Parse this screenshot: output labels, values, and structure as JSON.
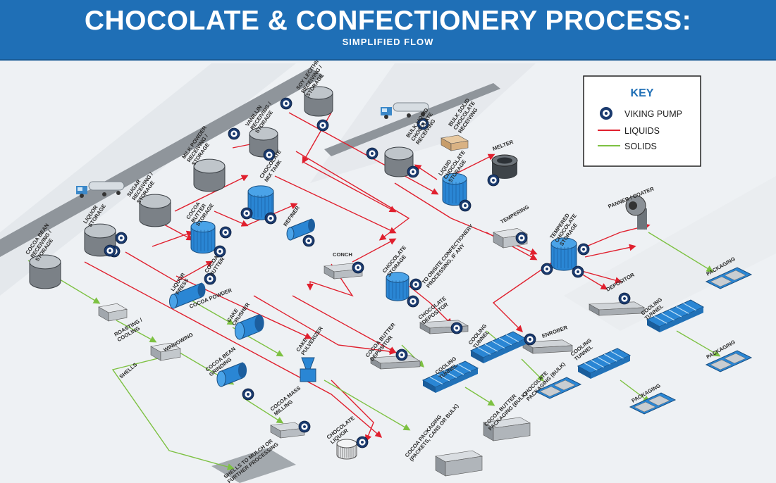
{
  "header": {
    "title": "CHOCOLATE & CONFECTIONERY PROCESS:",
    "subtitle": "SIMPLIFIED FLOW"
  },
  "key": {
    "title": "KEY",
    "items": [
      {
        "label": "VIKING PUMP",
        "kind": "pump"
      },
      {
        "label": "LIQUIDS",
        "kind": "line",
        "color": "#e0202e"
      },
      {
        "label": "SOLIDS",
        "kind": "line",
        "color": "#7dc142"
      }
    ]
  },
  "colors": {
    "header_bg": "#1f6fb6",
    "liquids": "#e0202e",
    "solids": "#7dc142",
    "equipment_blue": "#2a86d4",
    "pump_blue": "#1a3a6e"
  },
  "labels": {
    "cocoa_bean_receiving": [
      "COCOA BEAN",
      "RECEIVING /",
      "STORAGE"
    ],
    "liquor_storage": [
      "LIQUOR",
      "STORAGE"
    ],
    "sugar_receiving": [
      "SUGAR",
      "RECEIVING /",
      "STORAGE"
    ],
    "milk_powder_receiving": [
      "MILK POWDER",
      "RECEIVING /",
      "STORAGE"
    ],
    "vanillin_receiving": [
      "VANILLIN",
      "RECEIVING /",
      "STORAGE"
    ],
    "soy_lecithin_receiving": [
      "SOY LECITHIN",
      "RECEIVING /",
      "STORAGE"
    ],
    "cocoa_butter_storage": [
      "COCOA",
      "BUTTER",
      "STORAGE"
    ],
    "chocolate_mix_tank": [
      "CHOCOLATE",
      "MIX TANK"
    ],
    "refiner": [
      "REFINER"
    ],
    "conch": [
      "CONCH"
    ],
    "liquor_press": [
      "LIQUOR",
      "PRESS"
    ],
    "cocoa_butter_small": [
      "COCOA",
      "BUTTER"
    ],
    "cocoa_powder": [
      "COCOA POWDER"
    ],
    "cake_crusher": [
      "CAKE",
      "CRUSHER"
    ],
    "cake_pulverizer": [
      "CAKE",
      "PULVERIZER"
    ],
    "roasting_cooling": [
      "ROASTING /",
      "COOLING"
    ],
    "winnowing": [
      "WINNOWING"
    ],
    "shells": [
      "SHELLS"
    ],
    "cocoa_bean_grinding": [
      "COCOA BEAN",
      "GRINDING"
    ],
    "cocoa_mass_milling": [
      "COCOA MASS",
      "MILLING"
    ],
    "chocolate_liquor": [
      "CHOCOLATE",
      "LIQUOR"
    ],
    "shells_to_mulch": [
      "SHELLS TO MULCH OR",
      "FURTHER PROCESSING"
    ],
    "bulk_liquid_receiving": [
      "BULK LIQUID",
      "CHOCOLATE",
      "RECEIVING"
    ],
    "bulk_solid_receiving": [
      "BULK SOLID",
      "CHOCOLATE",
      "RECEIVING"
    ],
    "liquid_chocolate_storage": [
      "LIQUID",
      "CHOCOLATE",
      "STORAGE"
    ],
    "melter": [
      "MELTER"
    ],
    "tempering": [
      "TEMPERING"
    ],
    "tempered_chocolate_storage": [
      "TEMPERED",
      "CHOCOLATE",
      "STORAGE"
    ],
    "panner_coater": [
      "PANNER / COATER"
    ],
    "chocolate_storage": [
      "CHOCOLATE",
      "STORAGE"
    ],
    "to_onsite_confectionery": [
      "TO ONSITE CONFECTIONERY",
      "PROCESSING, IF ANY"
    ],
    "chocolate_depositor": [
      "CHOCOLATE",
      "DEPOSITOR"
    ],
    "cocoa_butter_depositor": [
      "COCOA BUTTER",
      "DEPOSITOR"
    ],
    "cooling_tunnel_1": [
      "COOLING",
      "TUNNEL"
    ],
    "cooling_tunnel_2": [
      "COOLING",
      "TUNNEL"
    ],
    "cooling_tunnel_3": [
      "COOLING",
      "TUNNEL"
    ],
    "cooling_tunnel_4": [
      "COOLING",
      "TUNNEL"
    ],
    "enrober": [
      "ENROBER"
    ],
    "depositor": [
      "DEPOSITOR"
    ],
    "chocolate_packaging_bulk": [
      "CHOCOLATE",
      "PACKAGING (BULK)"
    ],
    "cocoa_butter_packaging_bulk": [
      "COCOA BUTTER",
      "PACKAGING (BULK)"
    ],
    "cocoa_packaging": [
      "COCOA PACKAGING",
      "(PACKETS, CANS OR BULK)"
    ],
    "packaging_1": [
      "PACKAGING"
    ],
    "packaging_2": [
      "PACKAGING"
    ],
    "packaging_3": [
      "PACKAGING"
    ]
  }
}
